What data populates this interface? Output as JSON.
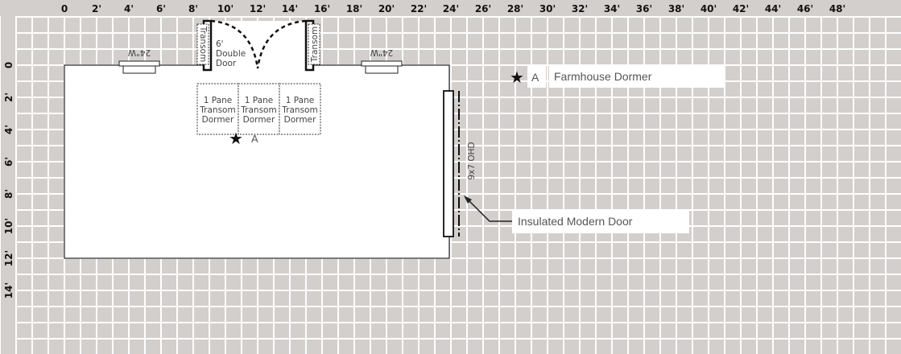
{
  "ruler": {
    "x_labels": [
      "0",
      "2'",
      "4'",
      "6'",
      "8'",
      "10'",
      "12'",
      "14'",
      "16'",
      "18'",
      "20'",
      "22'",
      "24'",
      "26'",
      "28'",
      "30'",
      "32'",
      "34'",
      "36'",
      "38'",
      "40'",
      "42'",
      "44'",
      "46'",
      "48'"
    ],
    "y_labels": [
      "0",
      "2'",
      "4'",
      "6'",
      "8'",
      "10'",
      "12'",
      "14'"
    ]
  },
  "windows": [
    {
      "label": "24\"W"
    },
    {
      "label": "24\"W"
    }
  ],
  "door": {
    "label_line1": "6'",
    "label_line2": "Double",
    "label_line3": "Door",
    "transom_left": "Transom",
    "transom_right": "Transom"
  },
  "dormers": [
    {
      "l1": "1 Pane",
      "l2": "Transom",
      "l3": "Dormer"
    },
    {
      "l1": "1 Pane",
      "l2": "Transom",
      "l3": "Dormer"
    },
    {
      "l1": "1 Pane",
      "l2": "Transom",
      "l3": "Dormer"
    }
  ],
  "marker": {
    "letter": "A"
  },
  "legend": {
    "letter": "A",
    "text": "Farmhouse Dormer"
  },
  "ohd": {
    "label": "9x7 OHD",
    "callout": "Insulated Modern Door"
  },
  "colors": {
    "background": "#d3cfcc",
    "grid": "#ffffff",
    "building": "#ffffff",
    "line": "#111111"
  }
}
